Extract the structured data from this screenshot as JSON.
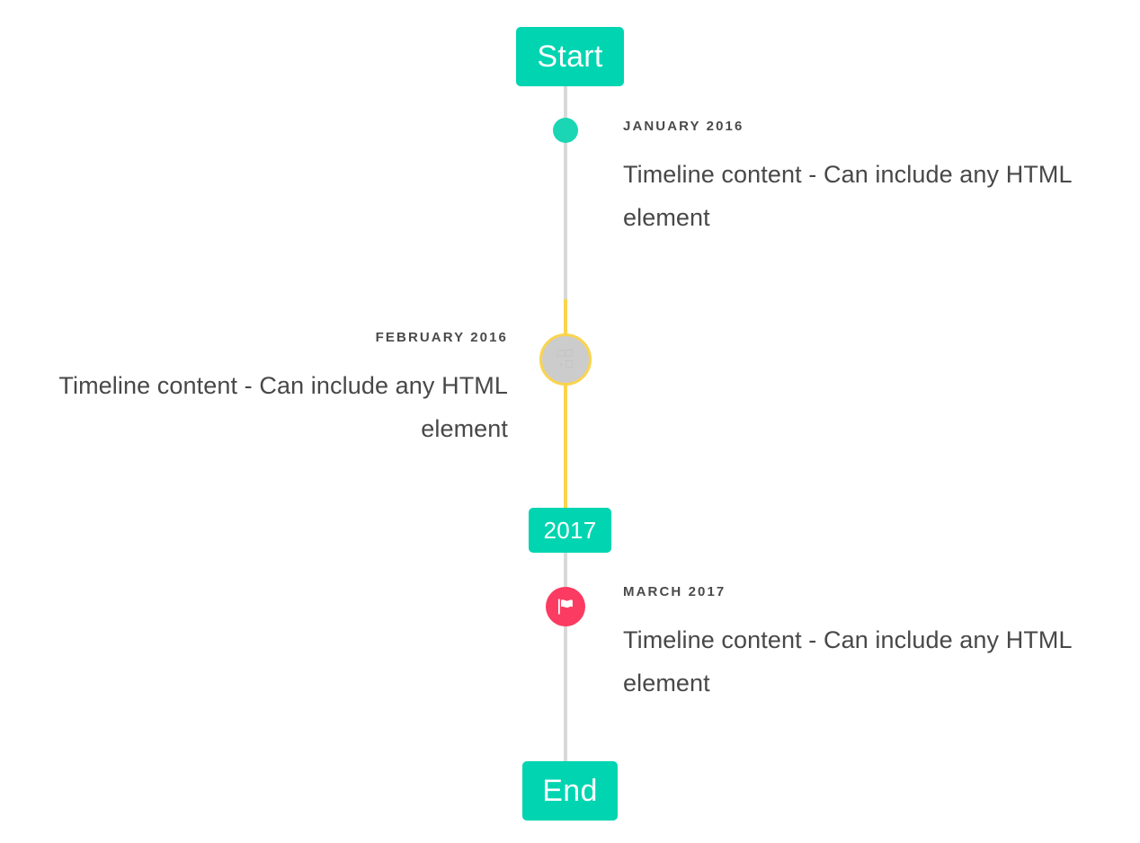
{
  "timeline": {
    "start_badge": {
      "label": "Start"
    },
    "year_badge": {
      "label": "2017"
    },
    "end_badge": {
      "label": "End"
    },
    "colors": {
      "accent_teal": "#00d4b1",
      "marker_dot_green": "#1ad6b4",
      "rail_gray": "#d8d8d8",
      "rail_yellow": "#fbd44d",
      "flag_pink": "#fb3b62",
      "ring_fill_gray": "#cccccc",
      "text_dark": "#484848",
      "label_gray": "#4a4a4a"
    },
    "events": [
      {
        "label": "JANUARY 2016",
        "text": "Timeline content - Can include any HTML element",
        "side": "right",
        "marker": "dot-marker"
      },
      {
        "label": "FEBRUARY 2016",
        "text": "Timeline content - Can include any HTML element",
        "side": "left",
        "marker": "missing-glyph-marker",
        "marker_glyph": "□□\n·□"
      },
      {
        "label": "MARCH 2017",
        "text": "Timeline content - Can include any HTML element",
        "side": "right",
        "marker": "flag-icon"
      }
    ]
  }
}
